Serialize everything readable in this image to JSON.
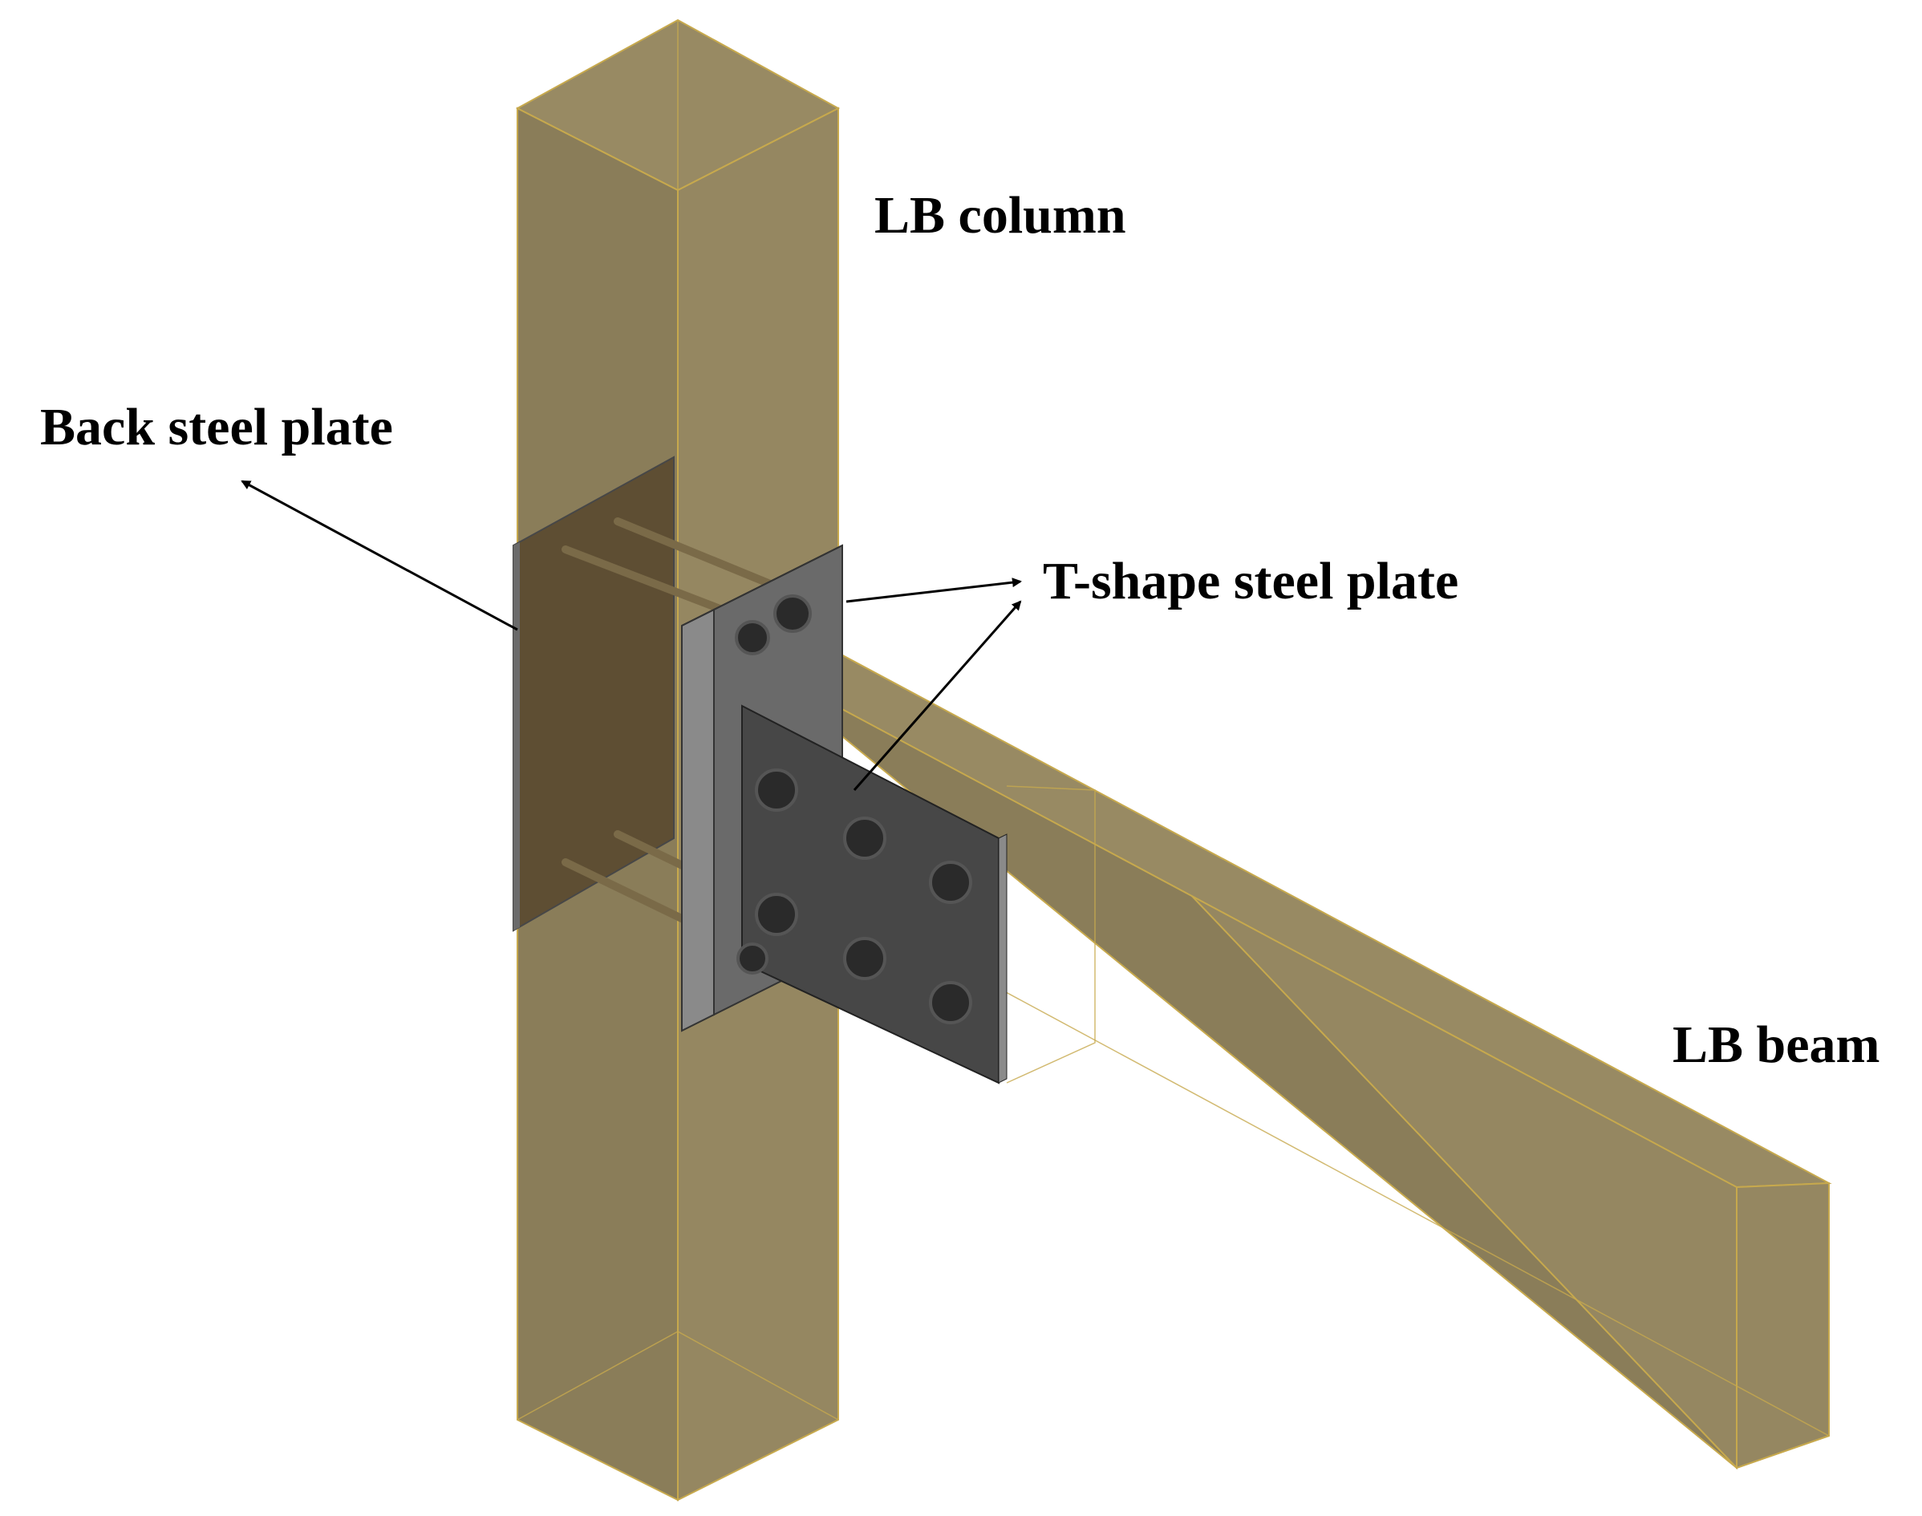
{
  "labels": {
    "column": "LB column",
    "back_plate": "Back steel plate",
    "t_plate": "T-shape steel plate",
    "beam": "LB beam"
  },
  "colors": {
    "timber_front": "#8a7d59",
    "timber_side": "#958761",
    "timber_top": "#988a63",
    "timber_edge": "#c7a94d",
    "steel_dark": "#474747",
    "steel_mid": "#6a6a6a",
    "steel_light": "#8a8a8a",
    "back_plate": "#5e4e33",
    "bolt": "#2a2a2a",
    "rod": "#7a6a48",
    "arrow": "#000000"
  }
}
